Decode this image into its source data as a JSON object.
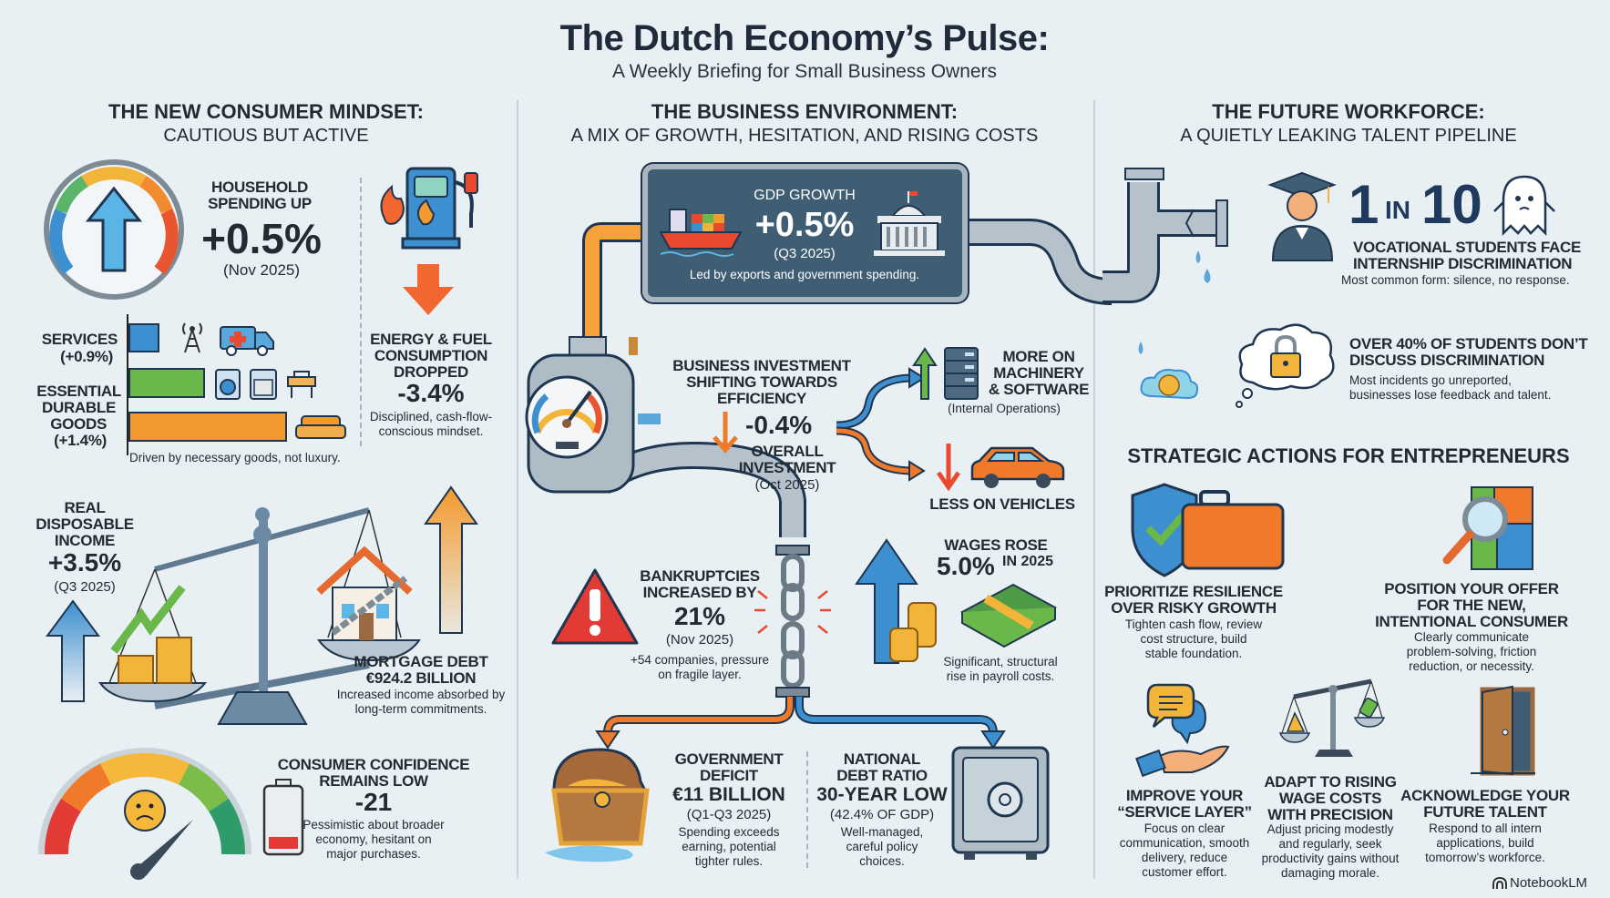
{
  "header": {
    "title": "The Dutch Economy’s Pulse:",
    "subtitle": "A Weekly Briefing for Small Business Owners"
  },
  "consumer": {
    "heading": "THE NEW CONSUMER MINDSET:",
    "subheading": "CAUTIOUS BUT ACTIVE",
    "household": {
      "label_1": "HOUSEHOLD",
      "label_2": "SPENDING UP",
      "value": "+0.5%",
      "period": "(Nov 2025)"
    },
    "energy": {
      "label_1": "ENERGY & FUEL",
      "label_2": "CONSUMPTION",
      "label_3": "DROPPED",
      "value": "-3.4%",
      "desc_1": "Disciplined, cash-flow-",
      "desc_2": "conscious mindset."
    },
    "breakdown": {
      "services_label": "SERVICES",
      "services_value": "(+0.9%)",
      "durable_1": "ESSENTIAL",
      "durable_2": "DURABLE",
      "durable_3": "GOODS",
      "durable_value": "(+1.4%)",
      "services_pct": 0.9,
      "durable_pct": 1.4,
      "note": "Driven by necessary goods, not luxury."
    },
    "income": {
      "label_1": "REAL",
      "label_2": "DISPOSABLE",
      "label_3": "INCOME",
      "value": "+3.5%",
      "period": "(Q3 2025)"
    },
    "mortgage": {
      "label": "MORTGAGE DEBT",
      "value": "€924.2 BILLION",
      "desc_1": "Increased income absorbed by",
      "desc_2": "long-term commitments."
    },
    "confidence": {
      "label_1": "CONSUMER CONFIDENCE",
      "label_2": "REMAINS LOW",
      "value": "-21",
      "desc_1": "Pessimistic about broader",
      "desc_2": "economy, hesitant on",
      "desc_3": "major purchases."
    }
  },
  "business": {
    "heading": "THE BUSINESS ENVIRONMENT:",
    "subheading": "A MIX OF GROWTH, HESITATION, AND RISING COSTS",
    "gdp": {
      "label": "GDP GROWTH",
      "value": "+0.5%",
      "period": "(Q3 2025)",
      "desc": "Led by exports and government spending."
    },
    "investment": {
      "label_1": "BUSINESS INVESTMENT",
      "label_2": "SHIFTING TOWARDS",
      "label_3": "EFFICIENCY",
      "value": "-0.4%",
      "sub_1": "OVERALL",
      "sub_2": "INVESTMENT",
      "period": "(Oct 2025)"
    },
    "machinery": {
      "label_1": "MORE ON",
      "label_2": "MACHINERY",
      "label_3": "& SOFTWARE",
      "note": "(Internal Operations)"
    },
    "vehicles": {
      "label": "LESS ON VEHICLES"
    },
    "bankruptcies": {
      "label_1": "BANKRUPTCIES",
      "label_2": "INCREASED BY",
      "value": "21%",
      "period": "(Nov 2025)",
      "desc_1": "+54 companies, pressure",
      "desc_2": "on fragile layer."
    },
    "wages": {
      "label": "WAGES ROSE",
      "value": "5.0%",
      "suffix": "IN 2025",
      "desc_1": "Significant, structural",
      "desc_2": "rise in payroll costs."
    },
    "deficit": {
      "label_1": "GOVERNMENT",
      "label_2": "DEFICIT",
      "value": "€11 BILLION",
      "period": "(Q1-Q3 2025)",
      "desc_1": "Spending exceeds",
      "desc_2": "earning, potential",
      "desc_3": "tighter rules."
    },
    "debt": {
      "label_1": "NATIONAL",
      "label_2": "DEBT RATIO",
      "value": "30-YEAR LOW",
      "period": "(42.4% OF GDP)",
      "desc_1": "Well-managed,",
      "desc_2": "careful policy",
      "desc_3": "choices."
    }
  },
  "workforce": {
    "heading": "THE FUTURE WORKFORCE:",
    "subheading": "A QUIETLY LEAKING TALENT PIPELINE",
    "stat": {
      "num_1": "1",
      "in": "IN",
      "num_2": "10",
      "label_1": "VOCATIONAL STUDENTS FACE",
      "label_2": "INTERNSHIP DISCRIMINATION",
      "desc": "Most common form: silence, no response."
    },
    "silence": {
      "label_1": "OVER 40% OF STUDENTS DON’T",
      "label_2": "DISCUSS DISCRIMINATION",
      "desc_1": "Most incidents go unreported,",
      "desc_2": "businesses lose feedback and talent."
    }
  },
  "actions": {
    "heading": "STRATEGIC ACTIONS FOR ENTREPRENEURS",
    "items": [
      {
        "title_1": "PRIORITIZE RESILIENCE",
        "title_2": "OVER RISKY GROWTH",
        "desc_1": "Tighten cash flow, review",
        "desc_2": "cost structure, build",
        "desc_3": "stable foundation."
      },
      {
        "title_1": "POSITION YOUR OFFER",
        "title_2": "FOR THE NEW,",
        "title_3": "INTENTIONAL CONSUMER",
        "desc_1": "Clearly communicate",
        "desc_2": "problem-solving, friction",
        "desc_3": "reduction, or necessity."
      },
      {
        "title_1": "IMPROVE YOUR",
        "title_2": "“SERVICE LAYER”",
        "desc_1": "Focus on clear",
        "desc_2": "communication, smooth",
        "desc_3": "delivery, reduce",
        "desc_4": "customer effort."
      },
      {
        "title_1": "ADAPT TO RISING",
        "title_2": "WAGE COSTS",
        "title_3": "WITH PRECISION",
        "desc_1": "Adjust pricing modestly",
        "desc_2": "and regularly, seek",
        "desc_3": "productivity gains without",
        "desc_4": "damaging morale."
      },
      {
        "title_1": "ACKNOWLEDGE YOUR",
        "title_2": "FUTURE TALENT",
        "desc_1": "Respond to all intern",
        "desc_2": "applications, build",
        "desc_3": "tomorrow’s workforce."
      }
    ]
  },
  "footer": {
    "brand": "NotebookLM"
  },
  "colors": {
    "blue": "#3d8fd0",
    "green": "#6ab84a",
    "orange": "#f39a2e",
    "red": "#e9492f",
    "navy": "#1e3a5c",
    "panel": "#3f5d73"
  }
}
